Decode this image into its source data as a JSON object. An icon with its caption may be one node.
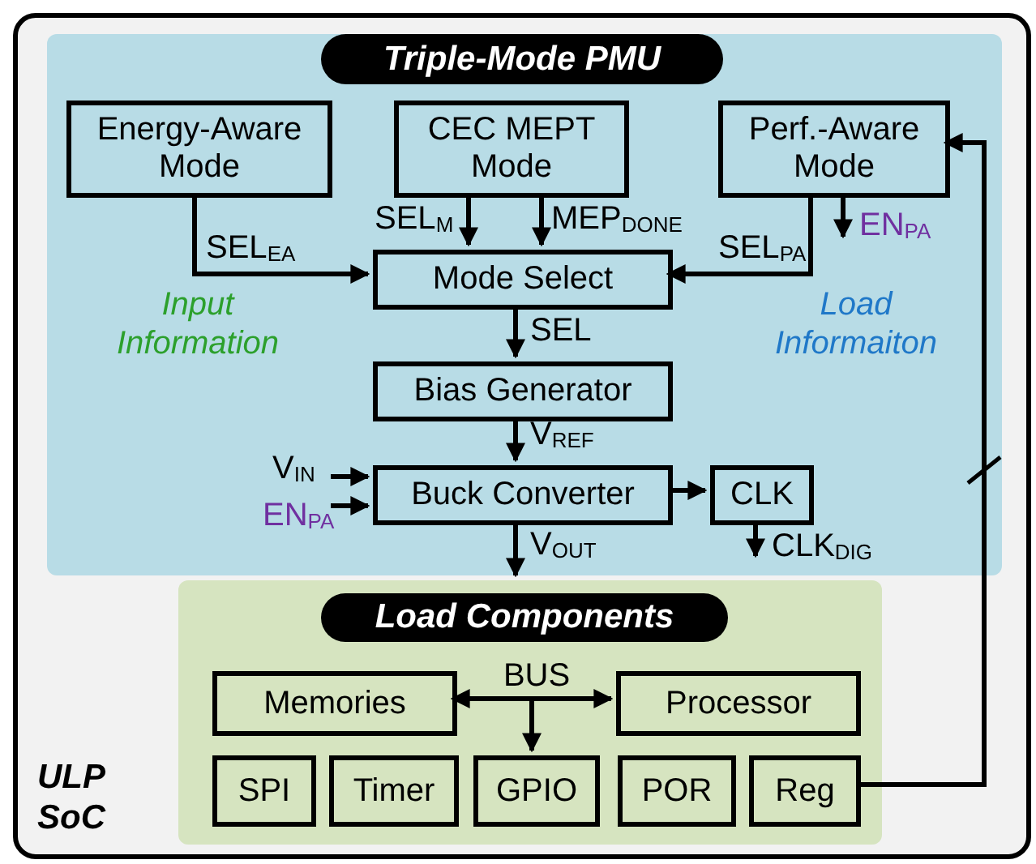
{
  "diagram": {
    "nodes": [
      {
        "text": [
          "ULP SoC"
        ]
      },
      {
        "text": [
          "Triple-Mode PMU"
        ],
        "in": 0
      },
      {
        "text": [
          "Energy-Aware Mode"
        ],
        "in": 1
      },
      {
        "text": [
          "CEC MEPT Mode"
        ],
        "in": 1
      },
      {
        "text": [
          "Perf.-Aware Mode"
        ],
        "in": 1
      },
      {
        "text": [
          "Mode Select"
        ],
        "in": 1
      },
      {
        "text": [
          "Bias Generator"
        ],
        "in": 1
      },
      {
        "text": [
          "Buck Converter"
        ],
        "in": 1
      },
      {
        "text": [
          "CLK"
        ],
        "in": 1
      },
      {
        "text": [
          "Load Components"
        ],
        "in": 0
      },
      {
        "text": [
          "Memories"
        ],
        "in": 9
      },
      {
        "text": [
          "BUS"
        ],
        "in": 9
      },
      {
        "text": [
          "Processor"
        ],
        "in": 9
      },
      {
        "text": [
          "SPI"
        ],
        "in": 9
      },
      {
        "text": [
          "Timer"
        ],
        "in": 9
      },
      {
        "text": [
          "GPIO"
        ],
        "in": 9
      },
      {
        "text": [
          "POR"
        ],
        "in": 9
      },
      {
        "text": [
          "Reg"
        ],
        "in": 9
      }
    ],
    "edges": [
      {
        "from": 2,
        "to": 5,
        "arrow": "to",
        "label": "SEL$_{EA}$"
      },
      {
        "from": 3,
        "to": 5,
        "arrow": "to",
        "label": "SEL$_{M}$"
      },
      {
        "from": 3,
        "to": 5,
        "arrow": "to",
        "label": "MEP$_{DONE}$"
      },
      {
        "from": 4,
        "to": 5,
        "arrow": "to",
        "label": "SEL$_{PA}$"
      },
      {
        "from": 4,
        "to": null,
        "arrow": "to",
        "label": "EN$_{PA}$"
      },
      {
        "from": 5,
        "to": 6,
        "arrow": "to",
        "label": "SEL"
      },
      {
        "from": 6,
        "to": 7,
        "arrow": "to",
        "label": "V$_{REF}$"
      },
      {
        "from": null,
        "to": 7,
        "arrow": "to",
        "label": "V$_{IN}$"
      },
      {
        "from": null,
        "to": 7,
        "arrow": "to",
        "label": "EN$_{PA}$"
      },
      {
        "from": 7,
        "to": 8,
        "arrow": "to"
      },
      {
        "from": 8,
        "to": null,
        "arrow": "to",
        "label": "CLK$_{DIG}$"
      },
      {
        "from": 7,
        "to": 9,
        "arrow": "to",
        "label": "V$_{OUT}$"
      },
      {
        "from": 11,
        "to": 10,
        "arrow": "to"
      },
      {
        "from": 11,
        "to": 12,
        "arrow": "to"
      },
      {
        "from": 11,
        "to": 15,
        "arrow": "to"
      },
      {
        "from": 17,
        "to": 4,
        "arrow": "to"
      }
    ],
    "labels": [
      "Input Information",
      "Load Informaiton"
    ]
  }
}
